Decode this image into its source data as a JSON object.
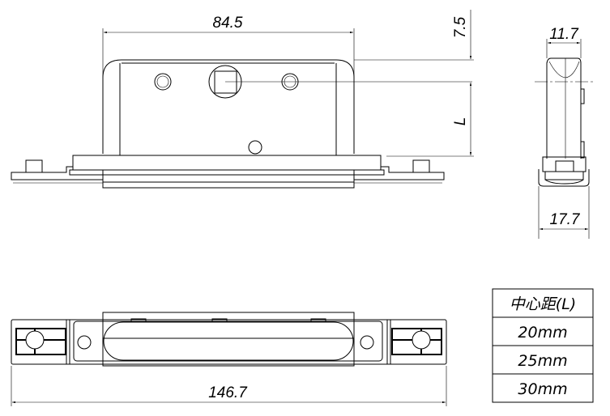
{
  "dimensions": {
    "width_top": "84.5",
    "offset_top": "7.5",
    "center_distance": "L",
    "side_top_width": "11.7",
    "side_base_width": "17.7",
    "overall_length": "146.7"
  },
  "table": {
    "header": "中心距(L)",
    "rows": [
      "20mm",
      "25mm",
      "30mm"
    ]
  }
}
